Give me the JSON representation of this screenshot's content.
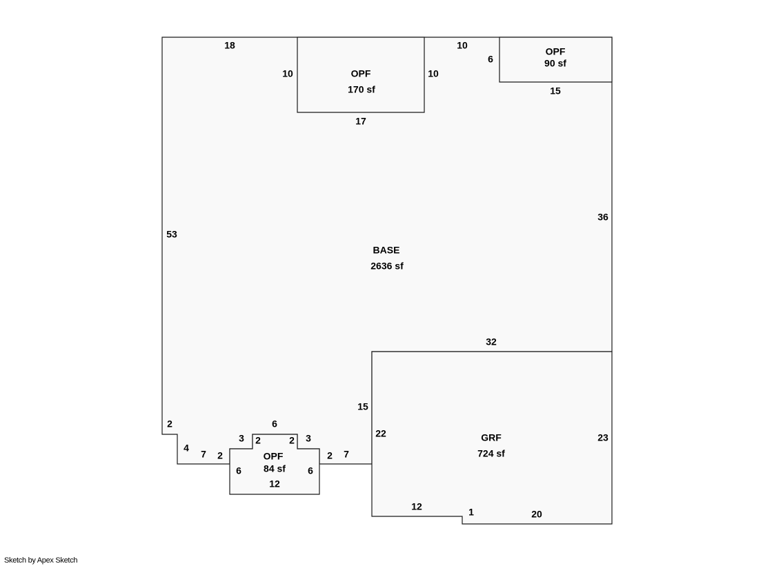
{
  "footer": {
    "credit": "Sketch by Apex Sketch"
  },
  "areas": {
    "base": {
      "name": "BASE",
      "size": "2636 sf"
    },
    "opf_top": {
      "name": "OPF",
      "size": "170 sf"
    },
    "opf_corner": {
      "name": "OPF",
      "size": "90 sf"
    },
    "opf_bottom": {
      "name": "OPF",
      "size": "84 sf"
    },
    "grf": {
      "name": "GRF",
      "size": "724 sf"
    }
  },
  "dimensions": {
    "base_top_left": "18",
    "base_left": "53",
    "base_right": "36",
    "base_step_left": "2",
    "base_step_4": "4",
    "base_bottom_7_left": "7",
    "base_bottom_2_left": "2",
    "base_bottom_2_right": "2",
    "base_bottom_7_right": "7",
    "base_to_grf_15": "15",
    "opf_top_left": "10",
    "opf_top_right": "10",
    "opf_top_bottom": "17",
    "opf_corner_top": "10",
    "opf_corner_left": "6",
    "opf_corner_bottom": "15",
    "opf_bottom_top": "6",
    "opf_bottom_step_left_3": "3",
    "opf_bottom_step_left_2": "2",
    "opf_bottom_step_right_2": "2",
    "opf_bottom_step_right_3": "3",
    "opf_bottom_left": "6",
    "opf_bottom_right": "6",
    "opf_bottom_bottom": "12",
    "grf_top": "32",
    "grf_left": "22",
    "grf_right": "23",
    "grf_bottom_left": "12",
    "grf_jog": "1",
    "grf_bottom_right": "20"
  }
}
